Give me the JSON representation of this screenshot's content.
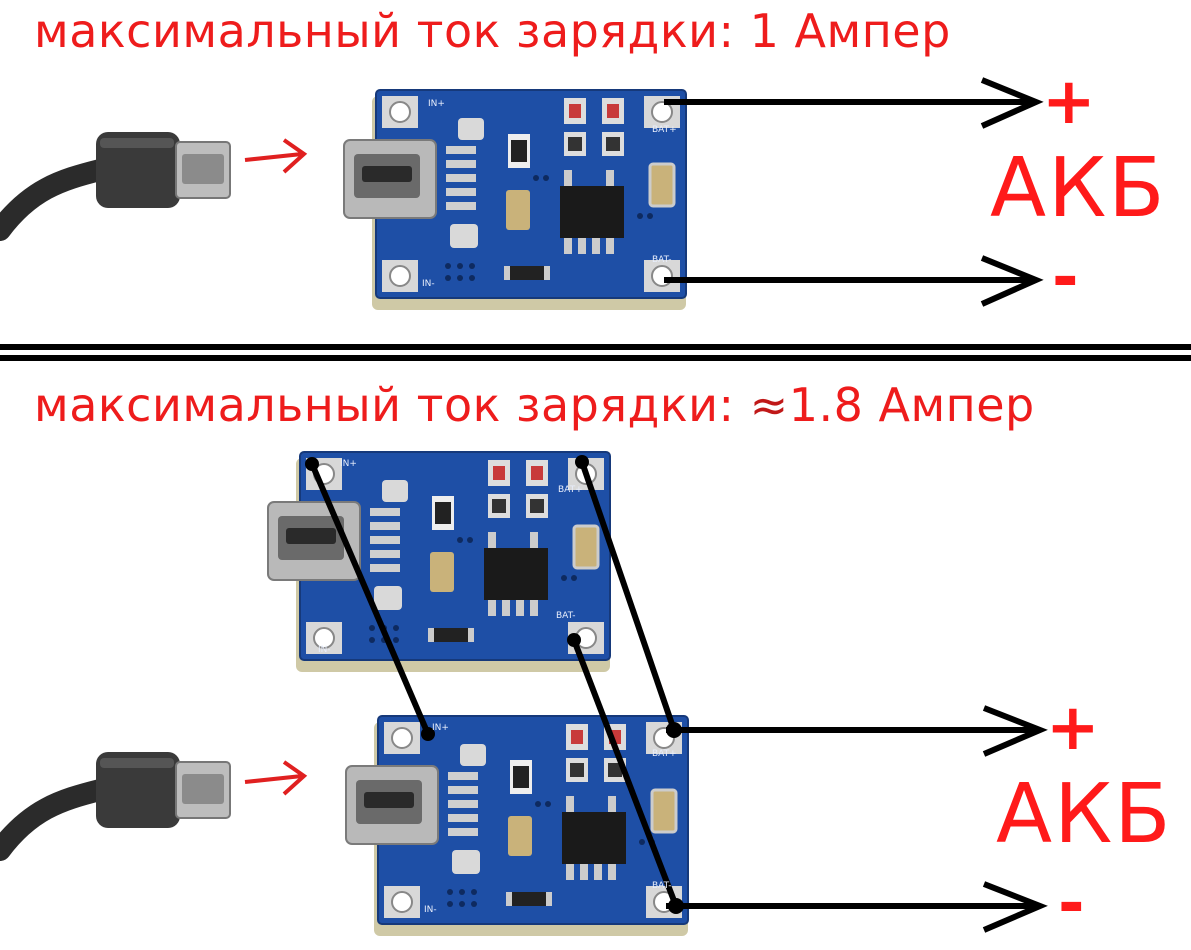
{
  "captions": {
    "top": {
      "prefix": "максимальный ток зарядки: ",
      "approx": "",
      "value": "1 Ампер"
    },
    "bottom": {
      "prefix": "максимальный ток зарядки: ",
      "approx": "≈",
      "value": "1.8 Ампер"
    }
  },
  "battery": {
    "plus": "+",
    "minus": "-",
    "label": "АКБ"
  },
  "board_silkscreen": {
    "in_plus": "IN+",
    "in_minus": "IN-",
    "bat_plus": "BAT+",
    "bat_minus": "BAT-"
  },
  "colors": {
    "text_red": "#ee1c1c",
    "pcb_blue": "#1e4fa6",
    "wire": "#000000",
    "arrow_red": "#e02020"
  }
}
